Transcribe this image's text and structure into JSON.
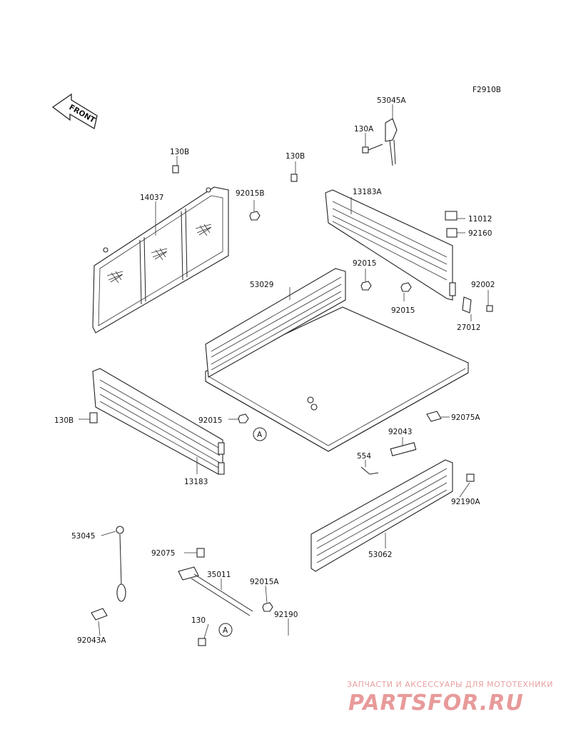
{
  "diagram_code": "F2910B",
  "front_label": "FRONT",
  "callout_a": "A",
  "parts": {
    "p53045A": "53045A",
    "p130A": "130A",
    "p130B_tl": "130B",
    "p130B_tr": "130B",
    "p92015B": "92015B",
    "p14037": "14037",
    "p13183A": "13183A",
    "p11012": "11012",
    "p92160": "92160",
    "p53029": "53029",
    "p92015_a": "92015",
    "p92015_b": "92015",
    "p92002": "92002",
    "p27012": "27012",
    "p130B_l": "130B",
    "p92015_c": "92015",
    "p92075A": "92075A",
    "p92043": "92043",
    "p554": "554",
    "p13183": "13183",
    "p92190A": "92190A",
    "p53062": "53062",
    "p53045": "53045",
    "p92075": "92075",
    "p35011": "35011",
    "p92015A": "92015A",
    "p130": "130",
    "p92190": "92190",
    "p92043A": "92043A"
  },
  "watermark": {
    "tagline": "ЗАПЧАСТИ И АКСЕССУАРЫ ДЛЯ МОТОТЕХНИКИ",
    "brand": "PARTSFOR.RU",
    "color": "#e89a9a"
  }
}
